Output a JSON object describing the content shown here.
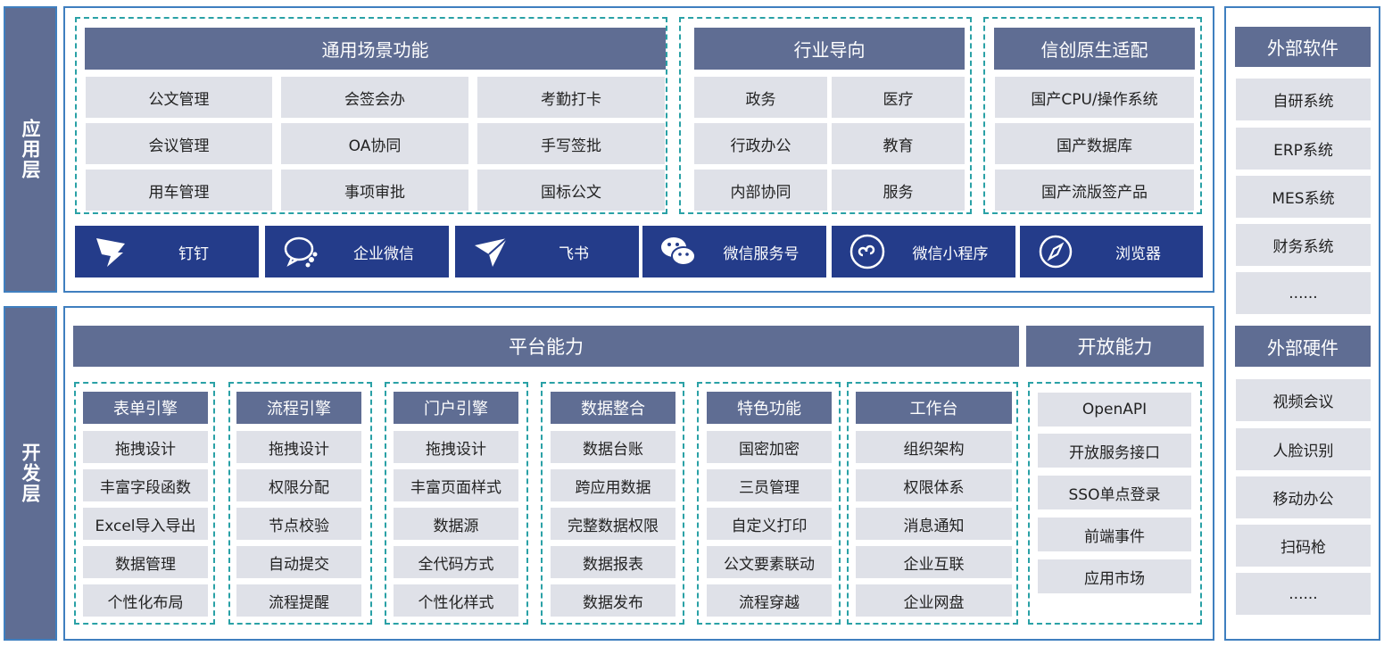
{
  "layers": {
    "app": "应用层",
    "dev": "开发层"
  },
  "general": {
    "title": "通用场景功能",
    "items": [
      "公文管理",
      "会签会办",
      "考勤打卡",
      "会议管理",
      "OA协同",
      "手写签批",
      "用车管理",
      "事项审批",
      "国标公文"
    ]
  },
  "industry": {
    "title": "行业导向",
    "items": [
      "政务",
      "医疗",
      "行政办公",
      "教育",
      "内部协同",
      "服务"
    ]
  },
  "xinchuang": {
    "title": "信创原生适配",
    "items": [
      "国产CPU/操作系统",
      "国产数据库",
      "国产流版签产品"
    ]
  },
  "apps": [
    {
      "label": "钉钉",
      "icon": "dingtalk-icon"
    },
    {
      "label": "企业微信",
      "icon": "wecom-icon"
    },
    {
      "label": "飞书",
      "icon": "feishu-icon"
    },
    {
      "label": "微信服务号",
      "icon": "wechat-icon"
    },
    {
      "label": "微信小程序",
      "icon": "miniprogram-icon"
    },
    {
      "label": "浏览器",
      "icon": "compass-icon"
    }
  ],
  "platform": {
    "title": "平台能力"
  },
  "open": {
    "title": "开放能力",
    "items": [
      "OpenAPI",
      "开放服务接口",
      "SSO单点登录",
      "前端事件",
      "应用市场"
    ]
  },
  "modules": [
    {
      "title": "表单引擎",
      "items": [
        "拖拽设计",
        "丰富字段函数",
        "Excel导入导出",
        "数据管理",
        "个性化布局"
      ]
    },
    {
      "title": "流程引擎",
      "items": [
        "拖拽设计",
        "权限分配",
        "节点校验",
        "自动提交",
        "流程提醒"
      ]
    },
    {
      "title": "门户引擎",
      "items": [
        "拖拽设计",
        "丰富页面样式",
        "数据源",
        "全代码方式",
        "个性化样式"
      ]
    },
    {
      "title": "数据整合",
      "items": [
        "数据台账",
        "跨应用数据",
        "完整数据权限",
        "数据报表",
        "数据发布"
      ]
    },
    {
      "title": "特色功能",
      "items": [
        "国密加密",
        "三员管理",
        "自定义打印",
        "公文要素联动",
        "流程穿越"
      ]
    },
    {
      "title": "工作台",
      "items": [
        "组织架构",
        "权限体系",
        "消息通知",
        "企业互联",
        "企业网盘"
      ]
    }
  ],
  "external_software": {
    "title": "外部软件",
    "items": [
      "自研系统",
      "ERP系统",
      "MES系统",
      "财务系统",
      "......"
    ]
  },
  "external_hardware": {
    "title": "外部硬件",
    "items": [
      "视频会议",
      "人脸识别",
      "移动办公",
      "扫码枪",
      "......"
    ]
  },
  "colors": {
    "header": "#5f6d93",
    "cell": "#dfe1e8",
    "app_bar": "#243c8a",
    "border": "#3f7fbf",
    "dashed": "#2aa1a6"
  }
}
